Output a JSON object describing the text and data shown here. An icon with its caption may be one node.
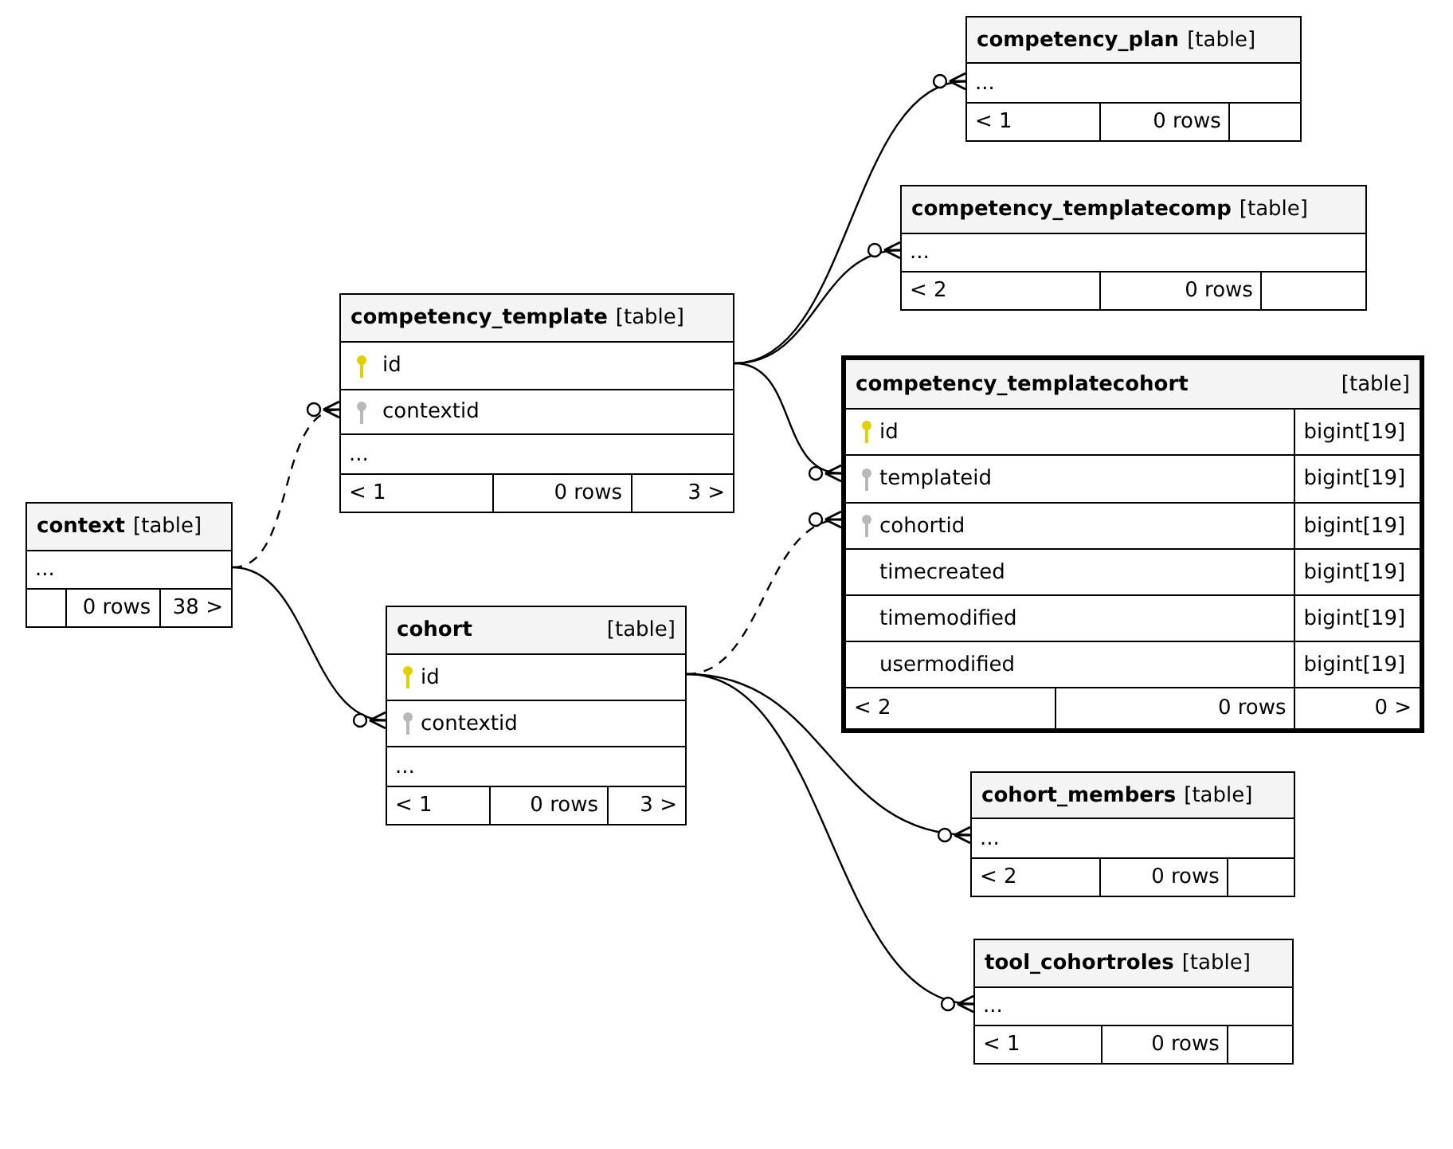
{
  "diagram": {
    "nodes": [
      {
        "text": [
          "competency_plan",
          "[table]",
          "...",
          "< 1",
          "0 rows"
        ]
      },
      {
        "text": [
          "competency_templatecomp",
          "[table]",
          "...",
          "< 2",
          "0 rows"
        ]
      },
      {
        "text": [
          "competency_template",
          "[table]",
          "id",
          "contextid",
          "...",
          "< 1",
          "0 rows",
          "3 >"
        ]
      },
      {
        "text": [
          "competency_templatecohort",
          "[table]",
          "id",
          "bigint[19]",
          "templateid",
          "bigint[19]",
          "cohortid",
          "bigint[19]",
          "timecreated",
          "bigint[19]",
          "timemodified",
          "bigint[19]",
          "usermodified",
          "bigint[19]",
          "< 2",
          "0 rows",
          "0 >"
        ]
      },
      {
        "text": [
          "context",
          "[table]",
          "...",
          "0 rows",
          "38 >"
        ]
      },
      {
        "text": [
          "cohort",
          "[table]",
          "id",
          "contextid",
          "...",
          "< 1",
          "0 rows",
          "3 >"
        ]
      },
      {
        "text": [
          "cohort_members",
          "[table]",
          "...",
          "< 2",
          "0 rows"
        ]
      },
      {
        "text": [
          "tool_cohortroles",
          "[table]",
          "...",
          "< 1",
          "0 rows"
        ]
      }
    ],
    "edges": [
      {
        "from": 4,
        "to": 2,
        "arrow": "other",
        "style": "dashed"
      },
      {
        "from": 4,
        "to": 5,
        "arrow": "other"
      },
      {
        "from": 2,
        "to": 0,
        "arrow": "other"
      },
      {
        "from": 2,
        "to": 1,
        "arrow": "other"
      },
      {
        "from": 2,
        "to": 3,
        "arrow": "other"
      },
      {
        "from": 5,
        "to": 3,
        "arrow": "other",
        "style": "dashed"
      },
      {
        "from": 5,
        "to": 6,
        "arrow": "other"
      },
      {
        "from": 5,
        "to": 7,
        "arrow": "other"
      }
    ]
  }
}
